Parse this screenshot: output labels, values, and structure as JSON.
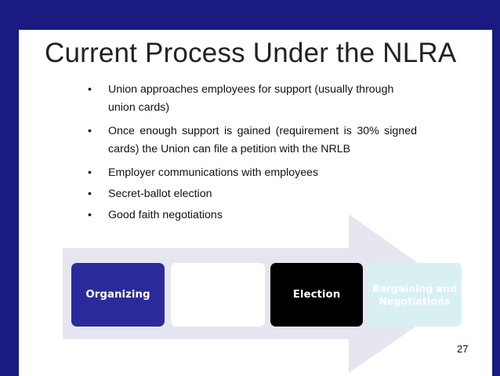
{
  "slide": {
    "title": "Current Process Under the NLRA",
    "bullets": [
      "Union approaches employees for support (usually through union cards)",
      "Once enough support is gained (requirement is 30% signed cards) the Union can file a petition with the NRLB",
      "Employer communications with employees",
      "Secret-ballot election",
      "Good faith negotiations"
    ],
    "bullet_marker": "•",
    "process_steps": [
      {
        "label": "Organizing"
      },
      {
        "label": ""
      },
      {
        "label": "Election"
      },
      {
        "label": "Bargaining and Negotiations"
      }
    ],
    "page_number": "27"
  },
  "colors": {
    "frame": "#1a1a80",
    "arrow": "#e6e6f0",
    "step_organizing": "#2b2a9a",
    "step_blank": "#ffffff",
    "step_election": "#000000",
    "step_bargaining": "#d9f0f3"
  }
}
